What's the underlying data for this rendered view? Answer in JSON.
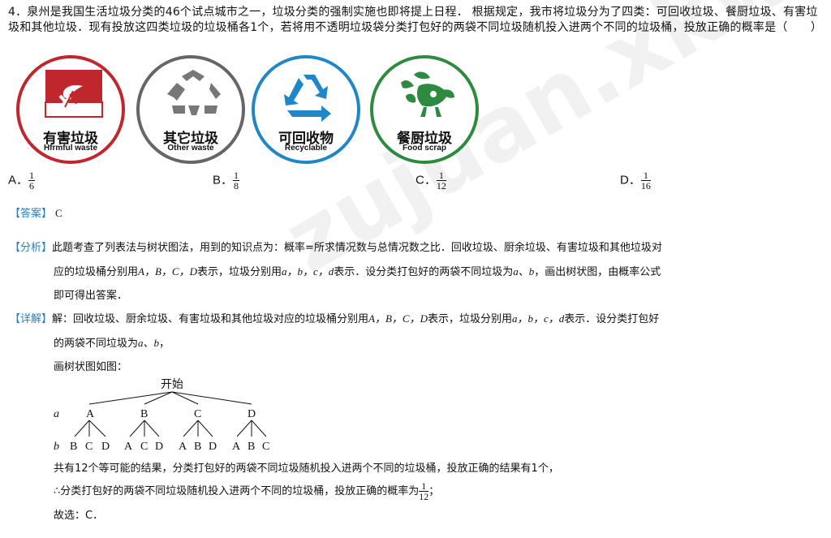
{
  "question": {
    "number": "4",
    "text": "4．泉州是我国生活垃圾分类的46个试点城市之一，垃圾分类的强制实施也即将提上日程． 根据规定，我市将垃圾分为了四类：可回收垃圾、餐厨垃圾、有害垃圾和其他垃圾．现有投放这四类垃圾的垃圾桶各1个，若将用不透明垃圾袋分类打包好的两袋不同垃圾随机投入进两个不同的垃圾桶，投放正确的概率是（　　）"
  },
  "bins": [
    {
      "cn": "有害垃圾",
      "en": "Hfrmful waste",
      "color": "#c0272d",
      "icon": "harmful-waste-icon"
    },
    {
      "cn": "其它垃圾",
      "en": "Other waste",
      "color": "#666666",
      "icon": "other-waste-icon"
    },
    {
      "cn": "可回收物",
      "en": "Recyclable",
      "color": "#1f86c8",
      "icon": "recycle-icon"
    },
    {
      "cn": "餐厨垃圾",
      "en": "Food scrap",
      "color": "#2d8a3e",
      "icon": "food-scrap-icon"
    }
  ],
  "options": [
    {
      "label": "A．",
      "num": "1",
      "den": "6"
    },
    {
      "label": "B．",
      "num": "1",
      "den": "8"
    },
    {
      "label": "C．",
      "num": "1",
      "den": "12"
    },
    {
      "label": "D．",
      "num": "1",
      "den": "16"
    }
  ],
  "answer": {
    "tag": "【答案】",
    "value": "C"
  },
  "analysis": {
    "tag": "【分析】",
    "line1": "此题考查了列表法与树状图法，用到的知识点为：概率=所求情况数与总情况数之比．回收垃圾、厨余垃圾、有害垃圾和其他垃圾对",
    "line2a": "应的垃圾桶分别用",
    "line2vars": "A，B，C，D",
    "line2b": "表示，垃圾分别用",
    "line2vars2": "a，b，c，d",
    "line2c": "表示．设分类打包好的两袋不同垃圾为",
    "line2vars3": "a、b",
    "line2d": "，画出树状图，由概率公式",
    "line3": "即可得出答案．"
  },
  "detail": {
    "tag": "【详解】",
    "line1a": "解：回收垃圾、厨余垃圾、有害垃圾和其他垃圾对应的垃圾桶分别用",
    "line1vars": "A，B，C，D",
    "line1b": "表示，垃圾分别用",
    "line1vars2": "a，b，c，d",
    "line1c": "表示．设分类打包好",
    "line2a": "的两袋不同垃圾为",
    "line2vars": "a、b",
    "line2b": "，",
    "line3": "画树状图如图："
  },
  "tree": {
    "root": "开始",
    "level_a_label": "a",
    "level_a": [
      "A",
      "B",
      "C",
      "D"
    ],
    "level_b_label": "b",
    "level_b": [
      [
        "B",
        "C",
        "D"
      ],
      [
        "A",
        "C",
        "D"
      ],
      [
        "A",
        "B",
        "D"
      ],
      [
        "A",
        "B",
        "C"
      ]
    ]
  },
  "conclusion": {
    "line1": "共有12个等可能的结果，分类打包好的两袋不同垃圾随机投入进两个不同的垃圾桶，投放正确的结果有1个，",
    "line2": "∴分类打包好的两袋不同垃圾随机投入进两个不同的垃圾桶，投放正确的概率为",
    "line2num": "1",
    "line2den": "12",
    "line2end": "；",
    "line3": "故选：C．"
  },
  "watermark": "zujuan.xkw.com"
}
